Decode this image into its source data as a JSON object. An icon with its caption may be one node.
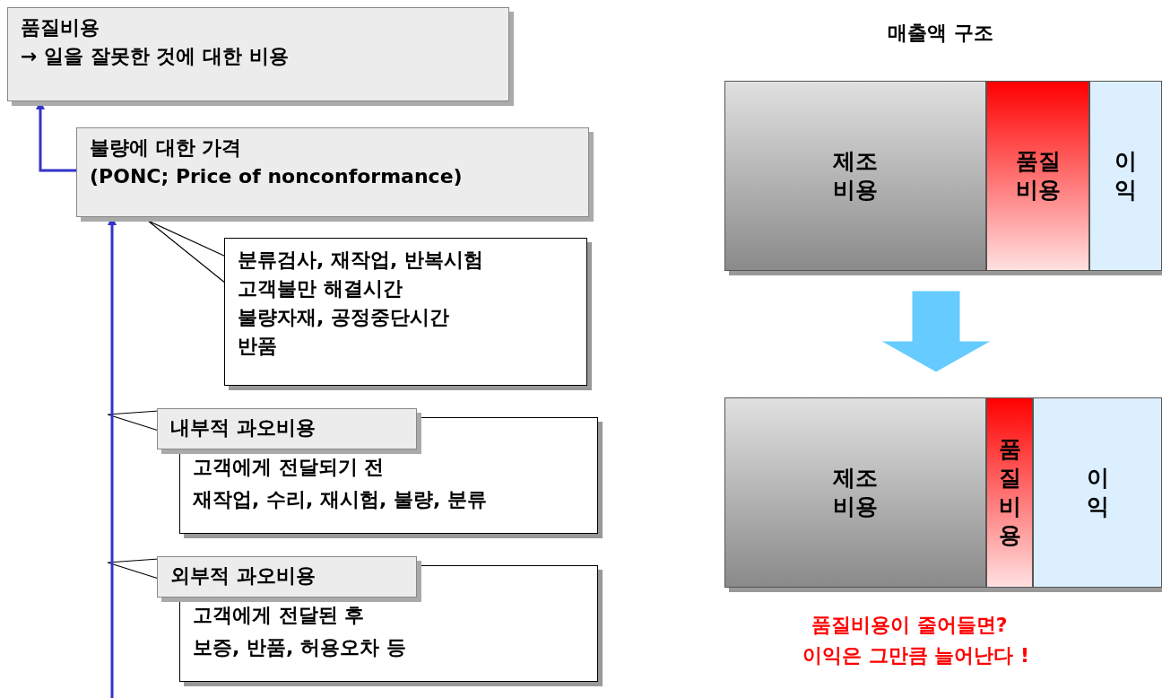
{
  "diagram": {
    "nodes": [
      {
        "text": [
          "품질비용",
          "→ 일을 잘못한 것에 대한 비용"
        ]
      },
      {
        "text": [
          "불량에 대한 가격",
          "(PONC; Price of nonconformance)"
        ]
      },
      {
        "text": [
          "분류검사, 재작업, 반복시험",
          "고객불만 해결시간",
          "불량자재, 공정중단시간",
          "반품"
        ]
      },
      {
        "text": [
          "내부적 과오비용",
          "고객에게 전달되기 전",
          "재작업, 수리, 재시험, 불량, 분류"
        ]
      },
      {
        "text": [
          "외부적 과오비용",
          "고객에게 전달된 후",
          "보증, 반품, 허용오차 등"
        ]
      },
      {
        "text": [],
        "shape": "bar"
      },
      {
        "text": [
          "제조비용"
        ],
        "in": 5
      },
      {
        "text": [
          "품질비용"
        ],
        "in": 5
      },
      {
        "text": [
          "이익"
        ],
        "in": 5
      },
      {
        "text": [],
        "shape": "bar"
      },
      {
        "text": [
          "제조비용"
        ],
        "in": 9
      },
      {
        "text": [
          "품질비용"
        ],
        "in": 9
      },
      {
        "text": [
          "이익"
        ],
        "in": 9
      }
    ],
    "edges": [
      {
        "from": null,
        "to": 1,
        "arrow": "to",
        "color": "#3333cc"
      },
      {
        "from": 1,
        "to": 0,
        "arrow": "to",
        "color": "#3333cc"
      },
      {
        "from": 5,
        "to": 9,
        "arrow": "to",
        "color": "#66ccff",
        "style": "thick"
      }
    ],
    "labels": [
      "매출액 구조",
      "품질비용이 줄어들면?",
      "이익은 그만큼 늘어난다 !"
    ]
  }
}
